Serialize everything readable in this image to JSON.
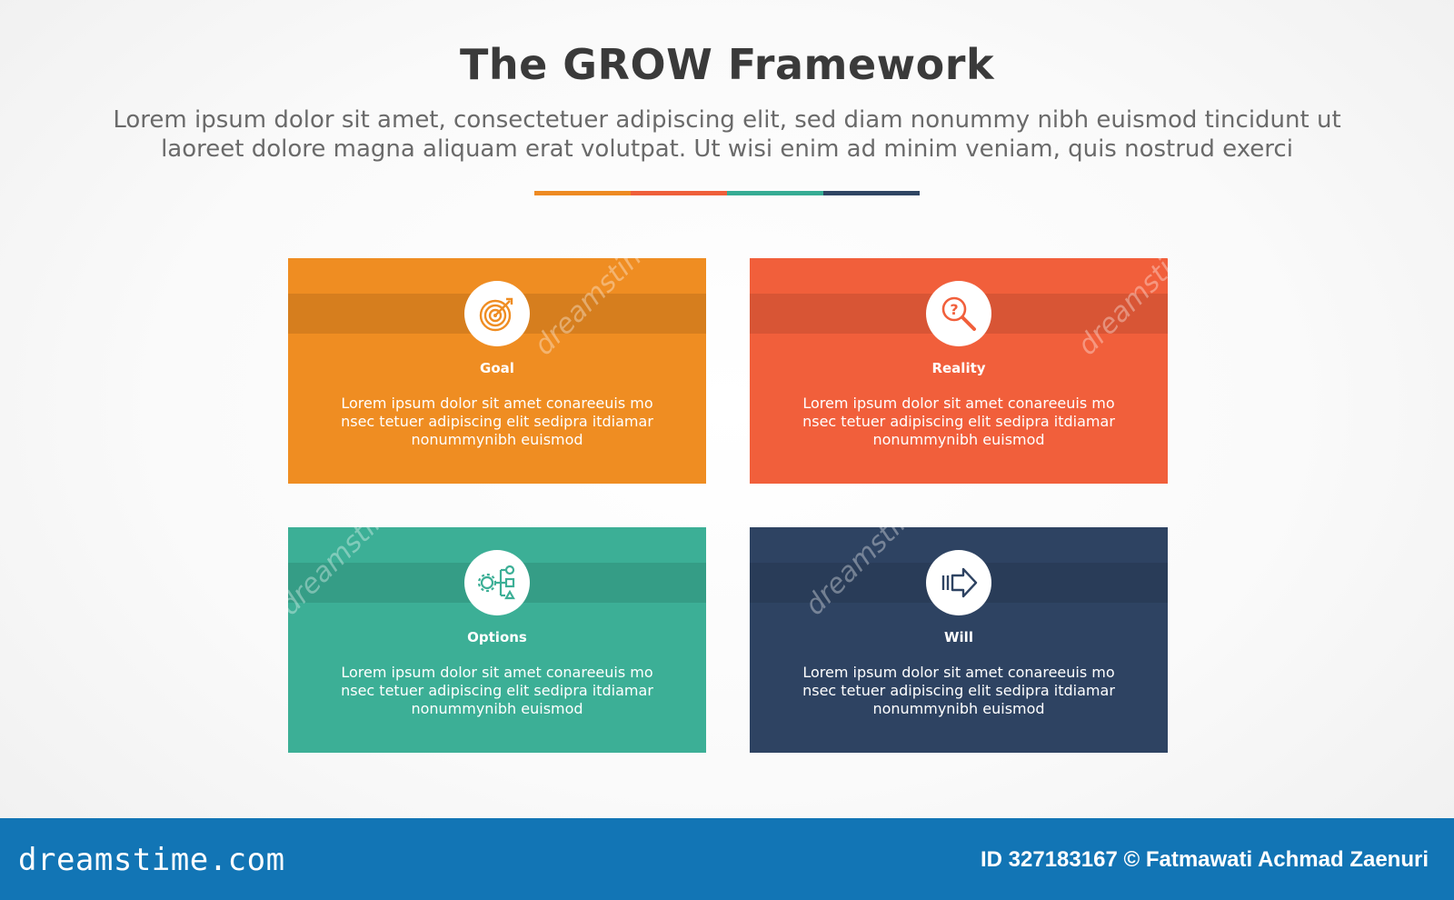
{
  "title": "The GROW Framework",
  "subtitle": "Lorem ipsum dolor sit amet, consectetuer adipiscing elit, sed diam nonummy nibh euismod tincidunt ut laoreet dolore magna aliquam erat volutpat. Ut wisi enim ad minim veniam, quis nostrud exerci",
  "divider_colors": [
    "#ee8a22",
    "#ef5f3a",
    "#36ac94",
    "#2f4563"
  ],
  "cards": [
    {
      "label": "Goal",
      "icon": "target-icon",
      "color": "#ef8d22",
      "desc": "Lorem ipsum dolor sit amet conareeuis mo nsec tetuer adipiscing elit sedipra itdiamar nonummynibh euismod"
    },
    {
      "label": "Reality",
      "icon": "magnifier-question-icon",
      "color": "#f15f3b",
      "desc": "Lorem ipsum dolor sit amet conareeuis mo nsec tetuer adipiscing elit sedipra itdiamar nonummynibh euismod"
    },
    {
      "label": "Options",
      "icon": "options-gear-icon",
      "color": "#3caf96",
      "desc": "Lorem ipsum dolor sit amet conareeuis mo nsec tetuer adipiscing elit sedipra itdiamar nonummynibh euismod"
    },
    {
      "label": "Will",
      "icon": "arrow-right-icon",
      "color": "#2e4362",
      "desc": "Lorem ipsum dolor sit amet conareeuis mo nsec tetuer adipiscing elit sedipra itdiamar nonummynibh euismod"
    }
  ],
  "footer": {
    "brand": "dreamstime.com",
    "credit": "ID 327183167 © Fatmawati  Achmad Zaenuri",
    "background": "#1275b5"
  }
}
